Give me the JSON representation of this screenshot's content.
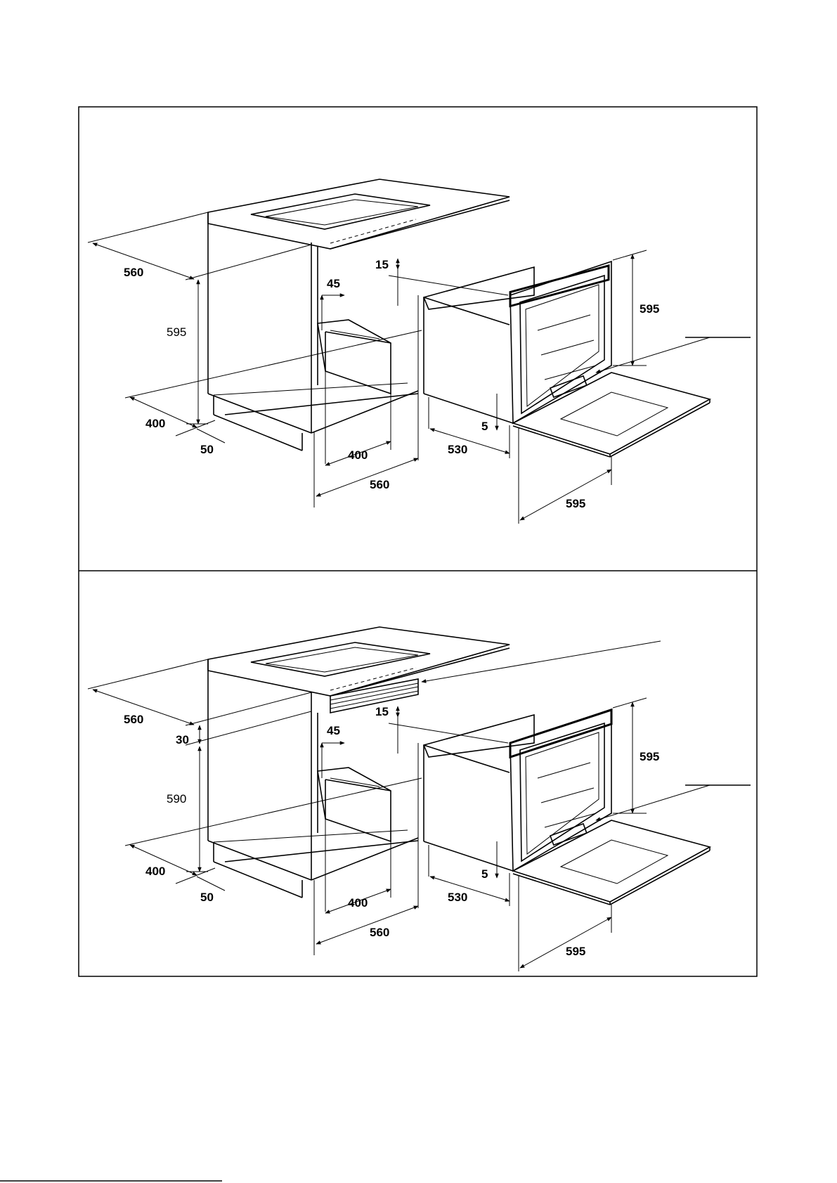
{
  "panels": [
    {
      "id": "top",
      "cabinet": {
        "depth": "560",
        "height": "595",
        "rear_gap": "45",
        "top_gap": "15",
        "floor_depth": "400",
        "plinth": "50",
        "inner_width": "400",
        "outer_width": "560"
      },
      "oven": {
        "height": "595",
        "depth": "530",
        "bottom_gap": "5",
        "width": "595"
      }
    },
    {
      "id": "bottom",
      "cabinet": {
        "depth": "560",
        "vent": "30",
        "height": "590",
        "rear_gap": "45",
        "top_gap": "15",
        "floor_depth": "400",
        "plinth": "50",
        "inner_width": "400",
        "outer_width": "560"
      },
      "oven": {
        "height": "595",
        "depth": "530",
        "bottom_gap": "5",
        "width": "595"
      }
    }
  ]
}
